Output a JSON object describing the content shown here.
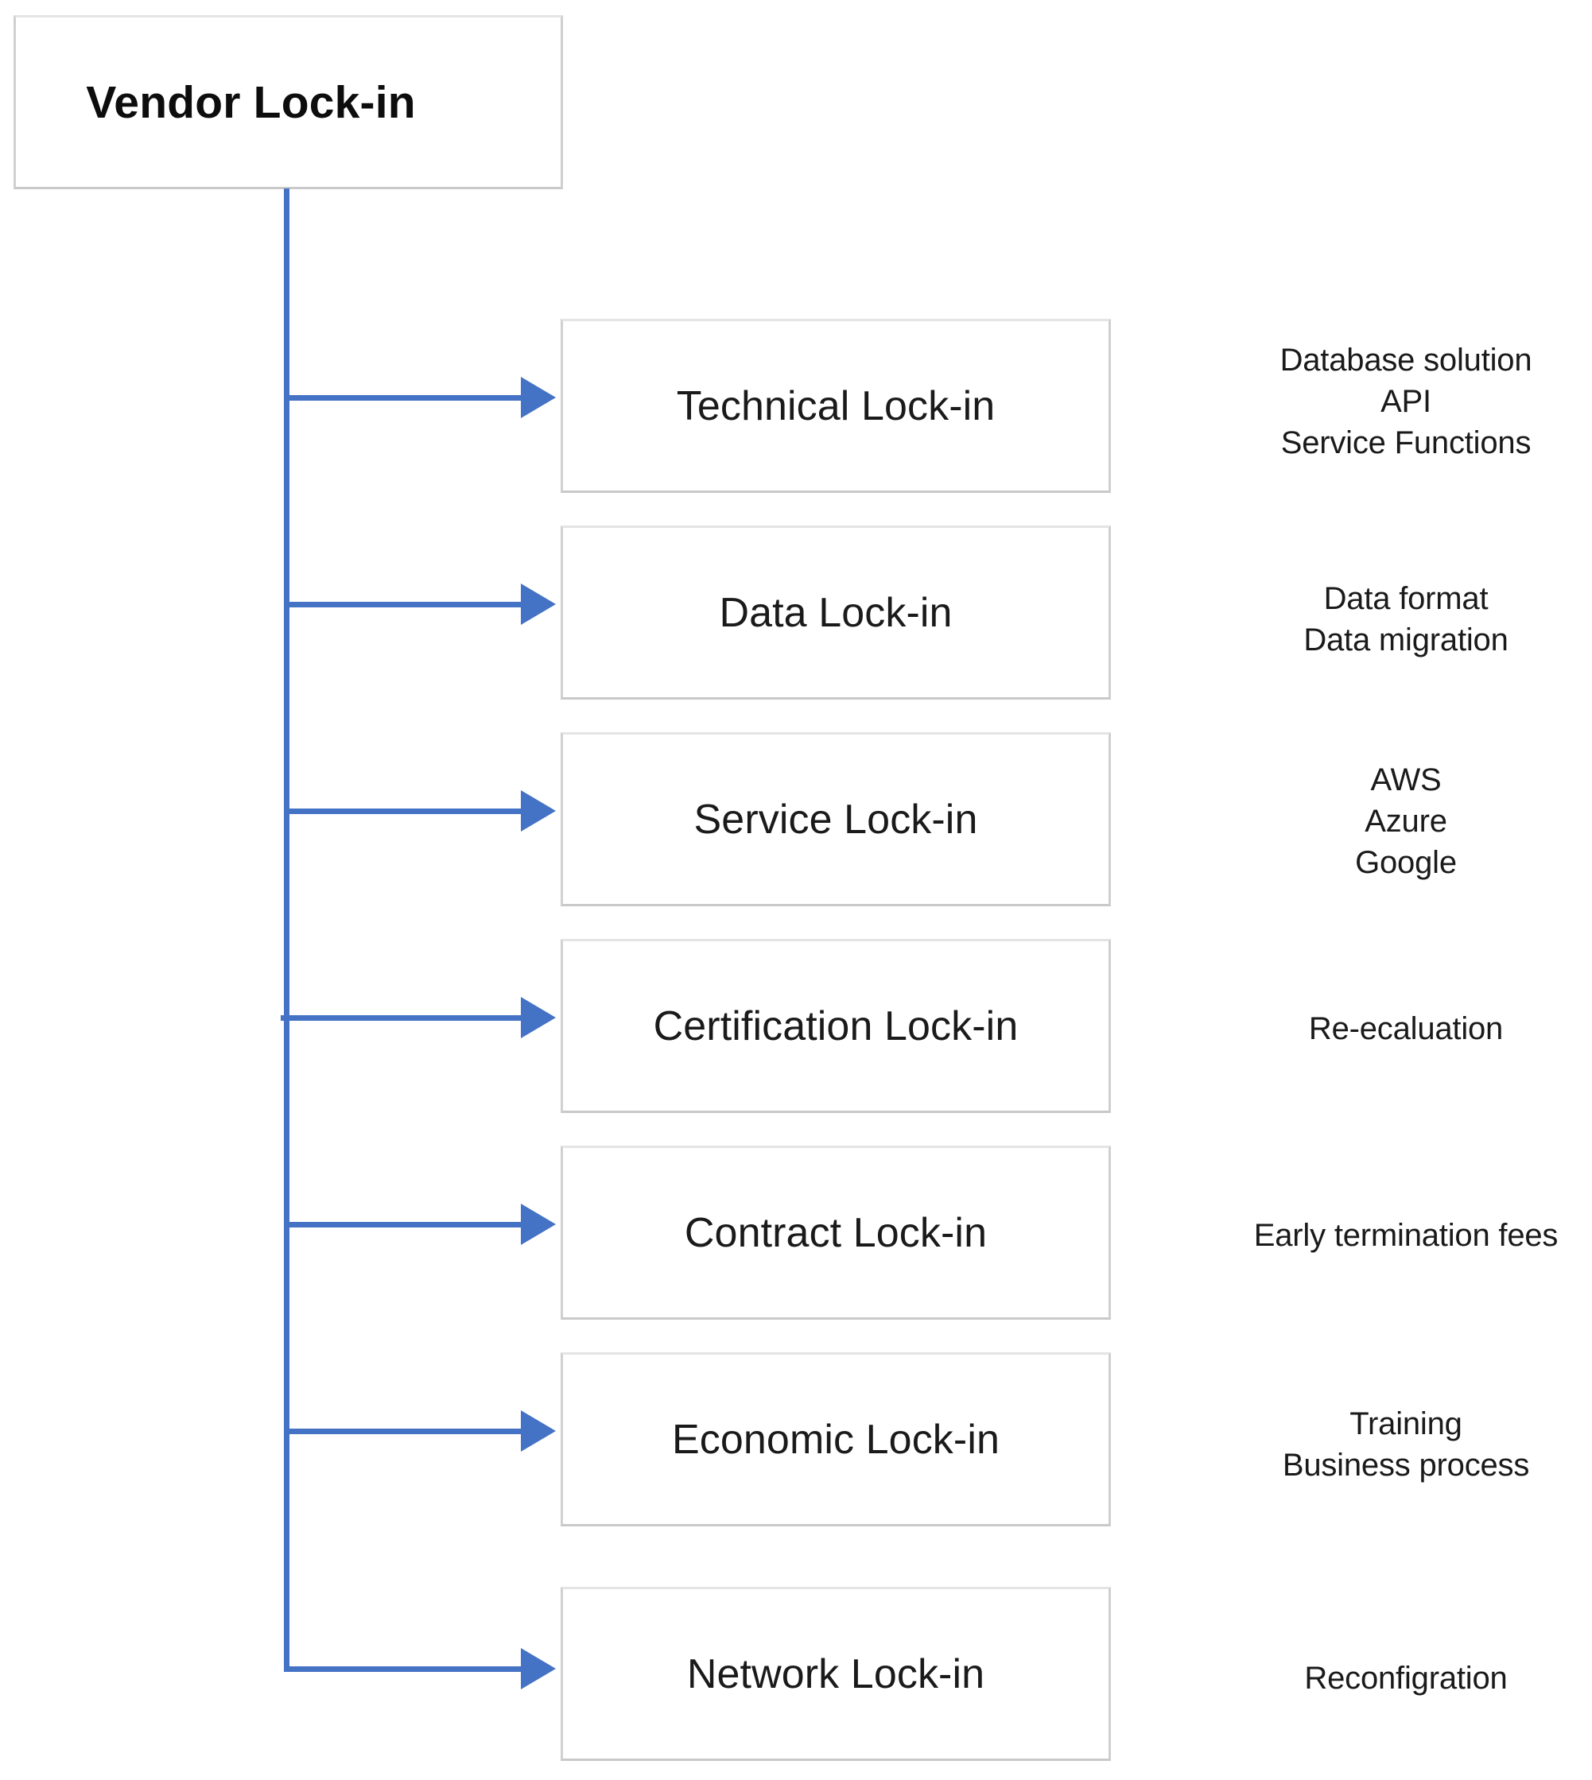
{
  "diagram": {
    "type": "tree",
    "root": {
      "label": "Vendor Lock-in"
    },
    "accent_color": "#4472C4",
    "box_border_color": "#D9D9D9",
    "text_color": "#1A1A1A",
    "background_color": "#FFFFFF",
    "nodes": [
      {
        "label": "Technical Lock-in",
        "examples": [
          "Database solution",
          "API",
          "Service Functions"
        ]
      },
      {
        "label": "Data Lock-in",
        "examples": [
          "Data format",
          "Data migration"
        ]
      },
      {
        "label": "Service Lock-in",
        "examples": [
          "AWS",
          "Azure",
          "Google"
        ]
      },
      {
        "label": "Certification Lock-in",
        "examples": [
          "Re-ecaluation"
        ]
      },
      {
        "label": "Contract Lock-in",
        "examples": [
          "Early termination fees"
        ]
      },
      {
        "label": "Economic Lock-in",
        "examples": [
          "Training",
          "Business process"
        ]
      },
      {
        "label": "Network Lock-in",
        "examples": [
          "Reconfigration"
        ]
      }
    ]
  }
}
